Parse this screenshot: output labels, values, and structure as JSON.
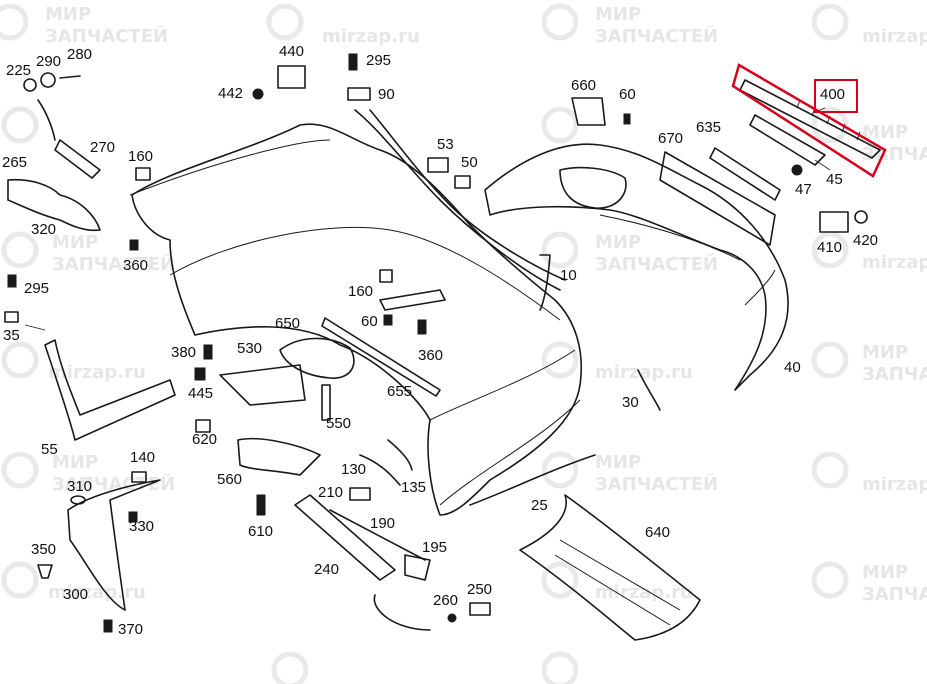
{
  "watermark": {
    "brand_line1": "МИР",
    "brand_line2": "ЗАПЧАСТЕЙ",
    "brand_partial": "ЗАПЧАС",
    "url": "mirzap.ru",
    "url_short": "mirzap"
  },
  "highlight": {
    "part_number": "400",
    "color": "#d6001c"
  },
  "labels": {
    "p10": "10",
    "p25": "25",
    "p30": "30",
    "p35": "35",
    "p40": "40",
    "p45": "45",
    "p47": "47",
    "p50": "50",
    "p53": "53",
    "p55": "55",
    "p60a": "60",
    "p60b": "60",
    "p90": "90",
    "p130": "130",
    "p135": "135",
    "p140": "140",
    "p160a": "160",
    "p160b": "160",
    "p190": "190",
    "p195": "195",
    "p210": "210",
    "p225": "225",
    "p240": "240",
    "p250": "250",
    "p260": "260",
    "p265": "265",
    "p270": "270",
    "p280": "280",
    "p290": "290",
    "p295a": "295",
    "p295b": "295",
    "p300": "300",
    "p310": "310",
    "p320": "320",
    "p330": "330",
    "p350": "350",
    "p360a": "360",
    "p360b": "360",
    "p370": "370",
    "p380": "380",
    "p400": "400",
    "p410": "410",
    "p420": "420",
    "p440": "440",
    "p442": "442",
    "p445": "445",
    "p530": "530",
    "p550": "550",
    "p560": "560",
    "p610": "610",
    "p620": "620",
    "p635": "635",
    "p640": "640",
    "p650": "650",
    "p655": "655",
    "p660": "660",
    "p670": "670"
  }
}
